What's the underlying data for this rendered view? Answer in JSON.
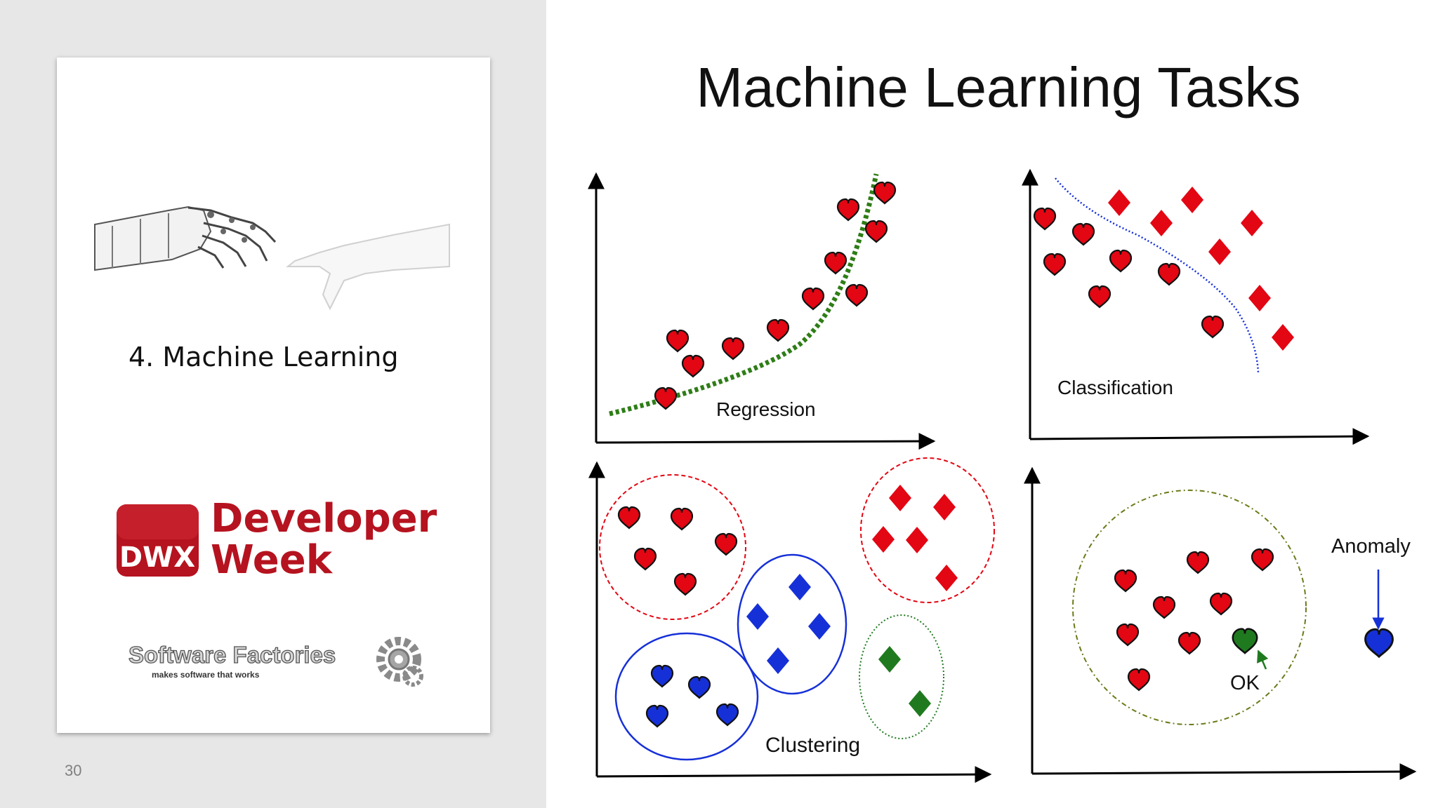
{
  "slide": {
    "number": "30",
    "title": "Machine Learning Tasks"
  },
  "card": {
    "section_title": "4. Machine Learning",
    "dwx_badge": "DWX",
    "dwx_line1": "Developer",
    "dwx_line2": "Week",
    "sf_name": "Software Factories",
    "sf_tagline": "makes software that works"
  },
  "panels": {
    "regression": "Regression",
    "classification": "Classification",
    "clustering": "Clustering",
    "anomaly": "Anomaly",
    "ok": "OK"
  },
  "colors": {
    "heart_red": "#e30613",
    "diamond_red": "#e30613",
    "blue": "#1630d8",
    "green": "#1f7a1f",
    "fit_green": "#2e7d16",
    "brand_red": "#b5131f"
  }
}
